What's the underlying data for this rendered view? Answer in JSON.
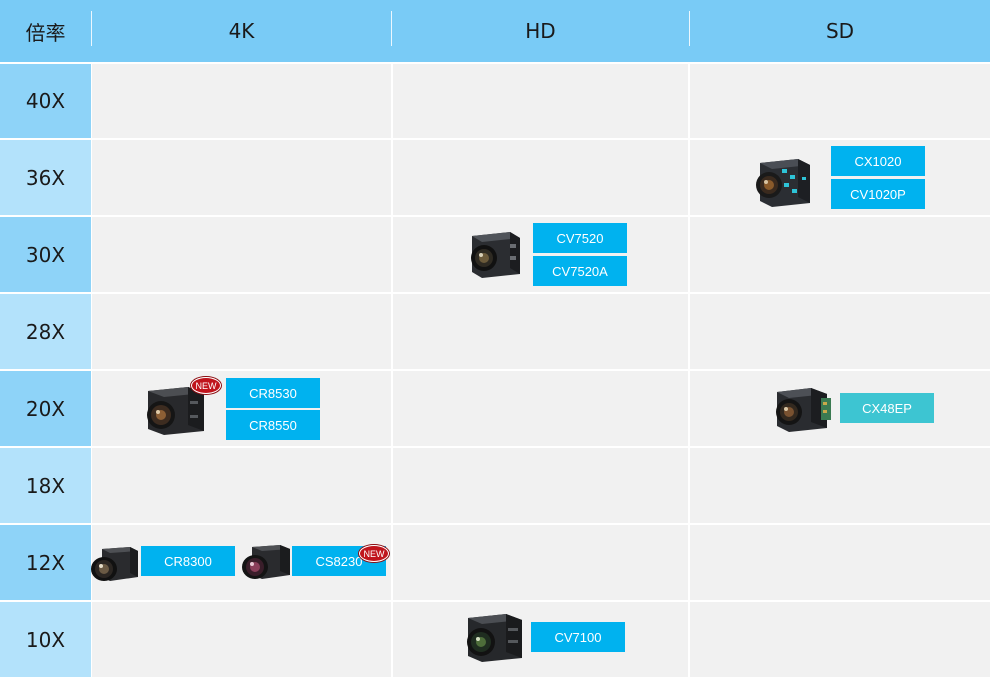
{
  "header": {
    "zoom_label": "倍率",
    "columns": [
      "4K",
      "HD",
      "SD"
    ]
  },
  "rows": [
    "40X",
    "36X",
    "30X",
    "28X",
    "20X",
    "18X",
    "12X",
    "10X"
  ],
  "products": {
    "cx1020": "CX1020",
    "cv1020p": "CV1020P",
    "cv7520": "CV7520",
    "cv7520a": "CV7520A",
    "cr8530": "CR8530",
    "cr8550": "CR8550",
    "cx48ep": "CX48EP",
    "cr8300": "CR8300",
    "cs8230": "CS8230",
    "cv7100": "CV7100"
  },
  "badges": {
    "new": "NEW"
  },
  "colors": {
    "header_bg": "#79cbf6",
    "label_col_bg": [
      "#8ed3f8",
      "#b3e2fb"
    ],
    "cell_bg": "#f1f1f1",
    "button_blue": "#00b2ef",
    "button_teal": "#3dc5d2",
    "badge_red": "#c0141c"
  },
  "icons": [
    "camera-block-icon",
    "new-badge"
  ]
}
